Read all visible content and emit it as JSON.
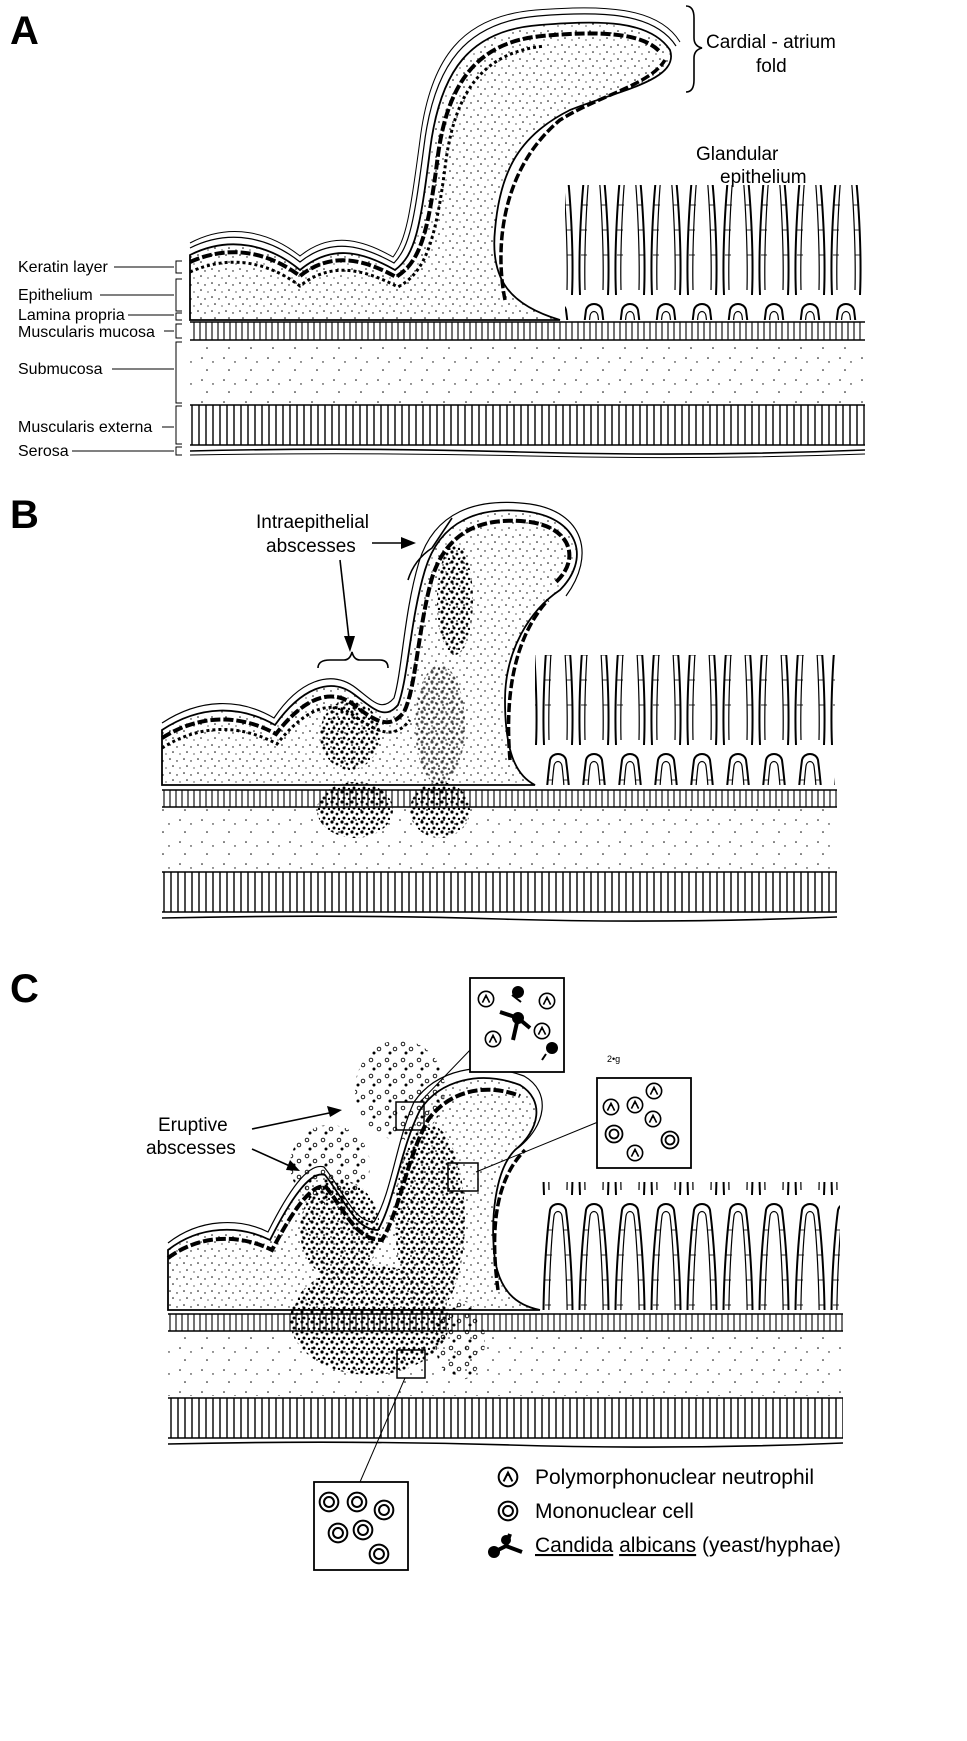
{
  "panels": {
    "a": {
      "letter": "A",
      "cardial_fold": [
        "Cardial - atrium",
        "fold"
      ],
      "glandular": [
        "Glandular",
        "epithelium"
      ],
      "layers": {
        "keratin": "Keratin layer",
        "epithelium": "Epithelium",
        "lamina": "Lamina propria",
        "musc_mucosa": "Muscularis mucosa",
        "submucosa": "Submucosa",
        "musc_externa": "Muscularis externa",
        "serosa": "Serosa"
      }
    },
    "b": {
      "letter": "B",
      "intra": [
        "Intraepithelial",
        "abscesses"
      ]
    },
    "c": {
      "letter": "C",
      "eruptive": [
        "Eruptive",
        "abscesses"
      ],
      "tiny_mark": "2•g"
    }
  },
  "legend": {
    "pmn": "Polymorphonuclear  neutrophil",
    "mono": "Mononuclear  cell",
    "candida_genus": "Candida",
    "candida_species": "albicans",
    "candida_suffix": "(yeast/hyphae)"
  },
  "icons": {
    "pmn": "neutrophil-icon",
    "mono": "mononuclear-cell-icon",
    "candida": "candida-icon"
  },
  "colors": {
    "ink": "#000000",
    "paper": "#ffffff"
  }
}
